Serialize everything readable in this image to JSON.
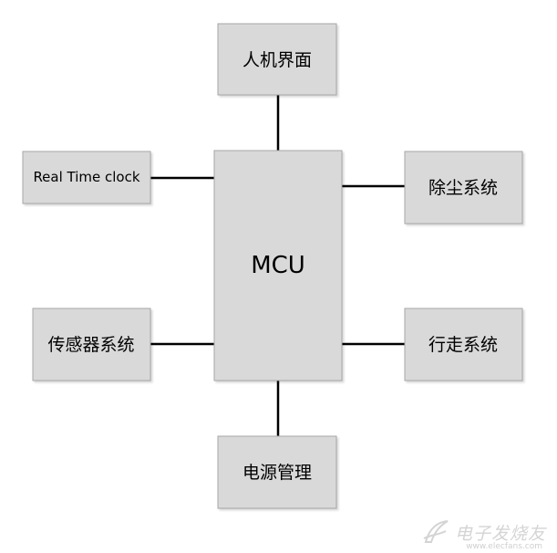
{
  "nodes": {
    "hmi": "人机界面",
    "rtc": "Real Time clock",
    "dust": "除尘系统",
    "mcu": "MCU",
    "sensor": "传感器系统",
    "walk": "行走系统",
    "power": "电源管理"
  },
  "watermark": {
    "text": "电子发烧友",
    "url": "www.elecfans.com"
  },
  "colors": {
    "box_fill": "#d9d9d9",
    "box_stroke": "#a6a6a6",
    "line": "#000000",
    "watermark": "#d4d4d4"
  }
}
